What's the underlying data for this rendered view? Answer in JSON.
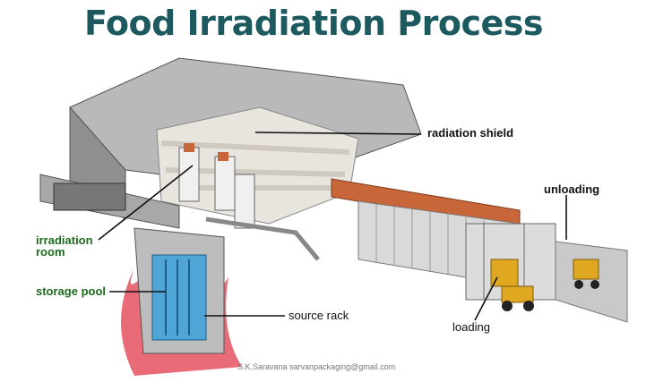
{
  "title": "Food Irradiation Process",
  "labels": {
    "radiation_shield": "radiation shield",
    "unloading": "unloading",
    "irradiation_room": "irradiation\nroom",
    "storage_pool": "storage pool",
    "source_rack": "source rack",
    "loading": "loading"
  },
  "footer": "S.K.Saravana sarvanpackaging@gmail.com",
  "colors": {
    "title": "#1c5a5f",
    "green_label": "#1c6b1c",
    "concrete": "#c9c9c9",
    "conveyor": "#c8663a",
    "water": "#4fa6d6",
    "radiation_glow": "#e03a4a",
    "forklift": "#e0a820"
  }
}
